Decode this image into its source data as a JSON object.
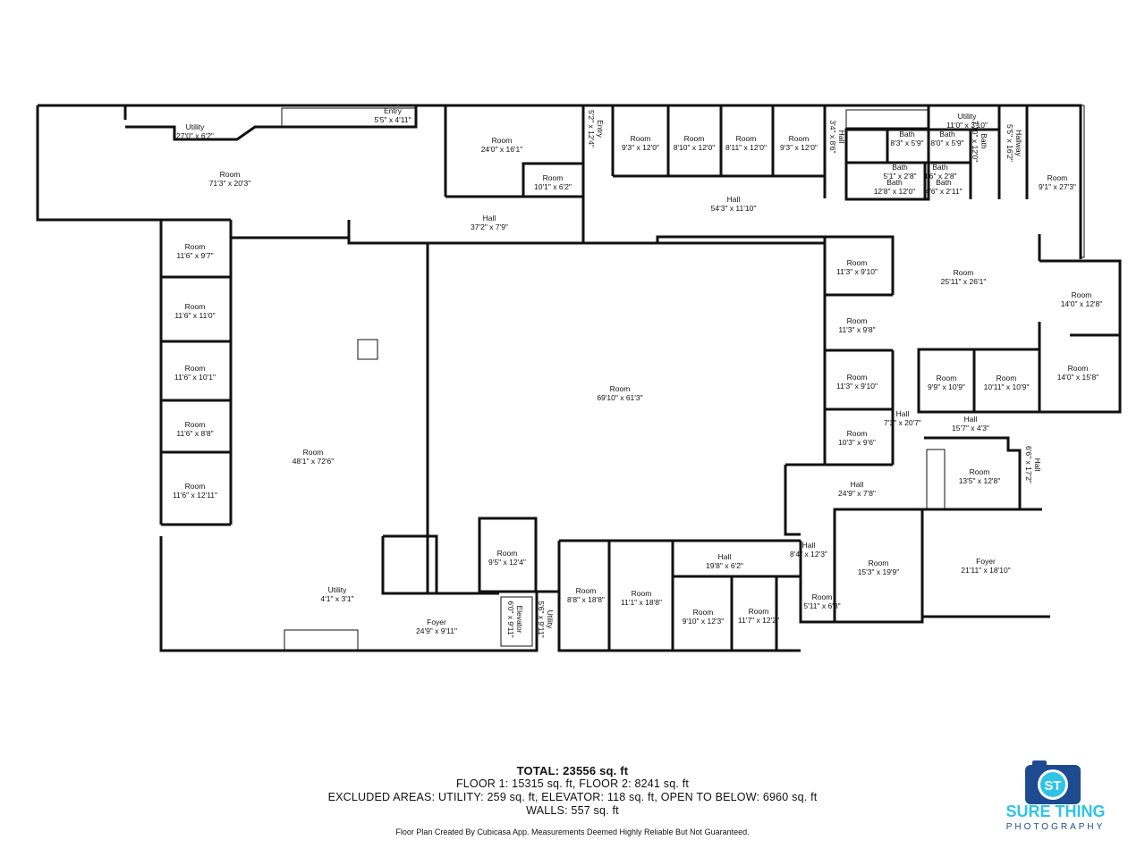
{
  "rooms": [
    {
      "name": "Entry",
      "dims": "5'5\" x 4'11\""
    },
    {
      "name": "Utility",
      "dims": "27'0\" x 6'2\""
    },
    {
      "name": "Room",
      "dims": "71'3\" x 20'3\""
    },
    {
      "name": "Room",
      "dims": "24'0\" x 16'1\""
    },
    {
      "name": "Room",
      "dims": "10'1\" x 6'2\""
    },
    {
      "name": "Hall",
      "dims": "37'2\" x 7'9\""
    },
    {
      "name": "Entry",
      "dims": "5'2\" x 12'4\""
    },
    {
      "name": "Room",
      "dims": "9'3\" x 12'0\""
    },
    {
      "name": "Room",
      "dims": "8'10\" x 12'0\""
    },
    {
      "name": "Room",
      "dims": "8'11\" x 12'0\""
    },
    {
      "name": "Room",
      "dims": "9'3\" x 12'0\""
    },
    {
      "name": "Hall",
      "dims": "54'3\" x 11'10\""
    },
    {
      "name": "Hall",
      "dims": "3'4\" x 8'6\""
    },
    {
      "name": "Bath",
      "dims": "8'3\" x 5'9\""
    },
    {
      "name": "Bath",
      "dims": "8'0\" x 5'9\""
    },
    {
      "name": "Bath",
      "dims": "5'1\" x 2'8\""
    },
    {
      "name": "Bath",
      "dims": "4'6\" x 2'8\""
    },
    {
      "name": "Bath",
      "dims": "12'8\" x 12'0\""
    },
    {
      "name": "Bath",
      "dims": "4'6\" x 2'11\""
    },
    {
      "name": "Bath",
      "dims": "7'10\" x 12'0\""
    },
    {
      "name": "Utility",
      "dims": "11'0\" x 3'10\""
    },
    {
      "name": "Hallway",
      "dims": "5'5\" x 16'2\""
    },
    {
      "name": "Room",
      "dims": "9'1\" x 27'3\""
    },
    {
      "name": "Room",
      "dims": "11'6\" x 9'7\""
    },
    {
      "name": "Room",
      "dims": "11'6\" x 11'0\""
    },
    {
      "name": "Room",
      "dims": "11'6\" x 10'1\""
    },
    {
      "name": "Room",
      "dims": "11'6\" x 8'8\""
    },
    {
      "name": "Room",
      "dims": "11'6\" x 12'11\""
    },
    {
      "name": "Room",
      "dims": "48'1\" x 72'6\""
    },
    {
      "name": "Room",
      "dims": "69'10\" x 61'3\""
    },
    {
      "name": "Room",
      "dims": "11'3\" x 9'10\""
    },
    {
      "name": "Room",
      "dims": "11'3\" x 9'8\""
    },
    {
      "name": "Room",
      "dims": "11'3\" x 9'10\""
    },
    {
      "name": "Room",
      "dims": "10'3\" x 9'6\""
    },
    {
      "name": "Room",
      "dims": "25'11\" x 26'1\""
    },
    {
      "name": "Room",
      "dims": "14'0\" x 12'8\""
    },
    {
      "name": "Room",
      "dims": "14'0\" x 15'8\""
    },
    {
      "name": "Room",
      "dims": "9'9\" x 10'9\""
    },
    {
      "name": "Room",
      "dims": "10'11\" x 10'9\""
    },
    {
      "name": "Hall",
      "dims": "7'3\" x 20'7\""
    },
    {
      "name": "Hall",
      "dims": "15'7\" x 4'3\""
    },
    {
      "name": "Hall",
      "dims": "6'6\" x 17'2\""
    },
    {
      "name": "Room",
      "dims": "13'5\" x 12'8\""
    },
    {
      "name": "Hall",
      "dims": "24'9\" x 7'8\""
    },
    {
      "name": "Hall",
      "dims": "8'4\" x 12'3\""
    },
    {
      "name": "Hall",
      "dims": "19'8\" x 6'2\""
    },
    {
      "name": "Room",
      "dims": "15'3\" x 19'9\""
    },
    {
      "name": "Foyer",
      "dims": "21'11\" x 18'10\""
    },
    {
      "name": "Room",
      "dims": "9'5\" x 12'4\""
    },
    {
      "name": "Room",
      "dims": "8'8\" x 18'8\""
    },
    {
      "name": "Room",
      "dims": "11'1\" x 18'8\""
    },
    {
      "name": "Room",
      "dims": "9'10\" x 12'3\""
    },
    {
      "name": "Room",
      "dims": "11'7\" x 12'2\""
    },
    {
      "name": "Room",
      "dims": "5'11\" x 6'8\""
    },
    {
      "name": "Utility",
      "dims": "4'1\" x 3'1\""
    },
    {
      "name": "Foyer",
      "dims": "24'9\" x 9'11\""
    },
    {
      "name": "Elevator",
      "dims": "6'0\" x 9'11\""
    },
    {
      "name": "Utility",
      "dims": "5'6\" x 9'11\""
    }
  ],
  "summary": {
    "total": "TOTAL: 23556 sq. ft",
    "floors": "FLOOR 1: 15315 sq. ft, FLOOR 2: 8241 sq. ft",
    "excluded": "EXCLUDED AREAS: UTILITY: 259 sq. ft, ELEVATOR: 118 sq. ft, OPEN TO BELOW: 6960 sq. ft",
    "walls": "WALLS: 557 sq. ft"
  },
  "footer_note": "Floor Plan Created By Cubicasa App. Measurements Deemed Highly Reliable But Not Guaranteed.",
  "logo": {
    "monogram": "ST",
    "line1": "SURE THING",
    "line2": "PHOTOGRAPHY",
    "icon": "camera-icon",
    "color_dark": "#1e4a8f",
    "color_light": "#2ec4e6"
  }
}
